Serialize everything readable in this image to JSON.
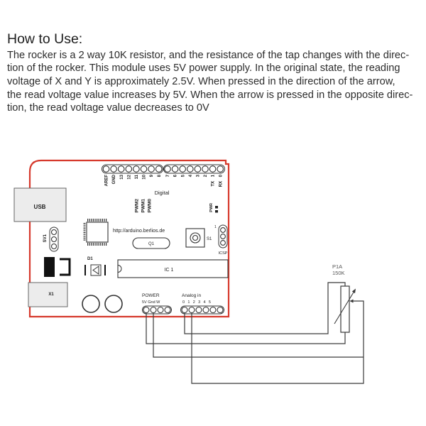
{
  "page": {
    "heading": "How to Use:",
    "lines": [
      "The rocker is a 2 way 10K resistor, and the resistance of the tap changes with the direc-",
      "tion of the rocker. This module uses 5V power supply. In the original state, the reading",
      "voltage of X and Y is approximately 2.5V. When pressed in the direction of the arrow,",
      "the read voltage value increases by 5V. When the arrow is pressed in the opposite direc-",
      "tion, the read voltage value decreases to 0V"
    ]
  },
  "diagram": {
    "usb": "USB",
    "digital_left": [
      "AREF",
      "GND",
      "13",
      "12",
      "11",
      "10",
      "9",
      "8"
    ],
    "digital_right": [
      "7",
      "6",
      "5",
      "4",
      "3",
      "2",
      "1",
      "0"
    ],
    "tx": "TX",
    "rx": "RX",
    "digital": "Digital",
    "pwm": [
      "PWM2",
      "PWM1",
      "PWM0"
    ],
    "url": "http://arduino.berlios.de",
    "q1": "Q1",
    "s1": "S1",
    "pwr": "PWR",
    "icsp": "ICSP",
    "icsp_pin1": "1",
    "sv1": "SV1",
    "d1": "D1",
    "ic1": "IC 1",
    "x1": "X1",
    "power": "POWER",
    "power_pins": "5V Gnd W",
    "analog": "Analog in",
    "analog_pins": "0 1 2 3 4 5",
    "pot_name": "P1A",
    "pot_value": "150K",
    "colors": {
      "board": "#d6392c"
    }
  }
}
